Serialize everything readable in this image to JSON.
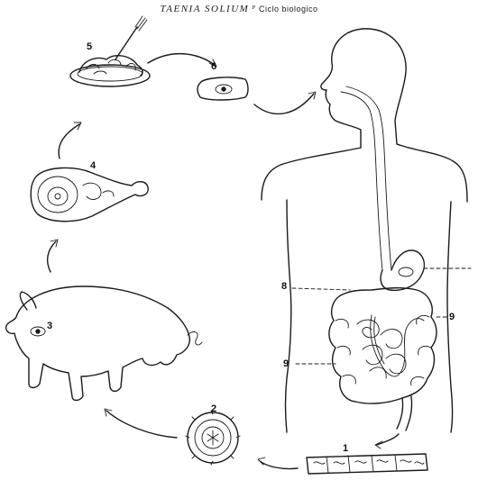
{
  "title": {
    "species": "TAENIA SOLIUM",
    "subtitle": "Ciclo biologico"
  },
  "labels": {
    "n1": "1",
    "n2": "2",
    "n3": "3",
    "n4": "4",
    "n5": "5",
    "n6": "6",
    "n8": "8",
    "n9a": "9",
    "n9b": "9"
  },
  "icons": {
    "plate": "plate-of-food-icon",
    "meat_piece": "raw-meat-icon",
    "ham": "pork-ham-icon",
    "pig": "pig-icon",
    "egg": "egg-icon",
    "tapeworm": "tapeworm-segments-icon",
    "human": "human-torso-icon"
  }
}
